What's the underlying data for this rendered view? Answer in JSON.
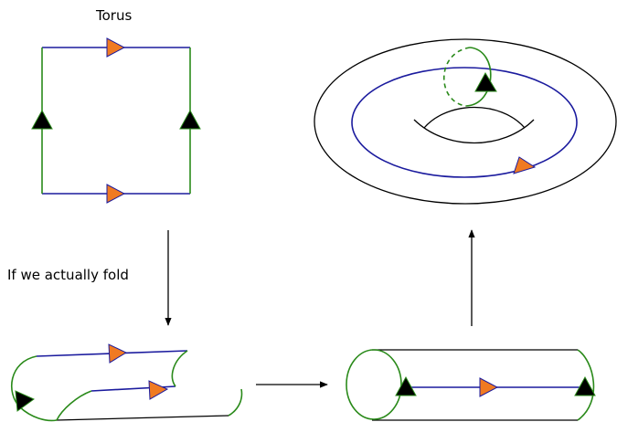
{
  "title": "Torus",
  "fold_label": "If we actually fold",
  "colors": {
    "blue_edge": "#1b1b9e",
    "green_edge": "#2a8a1a",
    "orange_arrow": "#f07a22",
    "black_arrow": "#000000",
    "outline": "#000000",
    "background": "#ffffff"
  },
  "panels": [
    "square-identification",
    "folded-sheet",
    "cylinder",
    "torus"
  ]
}
